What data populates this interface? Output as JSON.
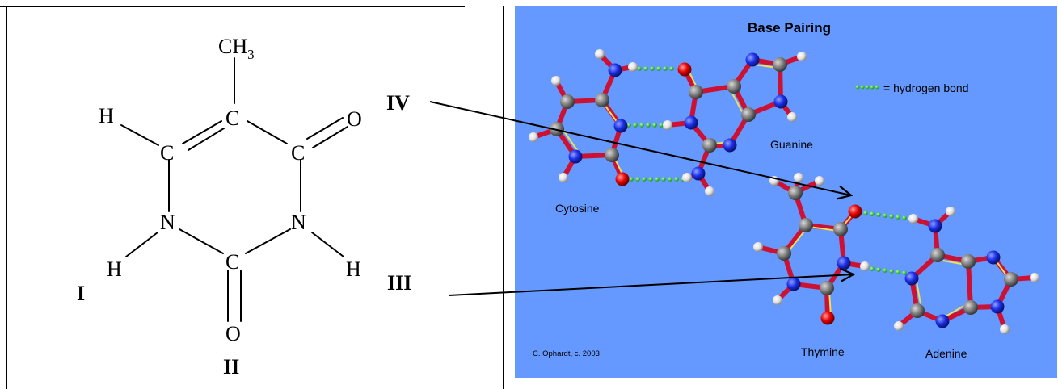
{
  "left_panel": {
    "methyl_label": "CH",
    "methyl_subscript": "3",
    "atom_carbon": "C",
    "atom_nitrogen": "N",
    "atom_oxygen": "O",
    "atom_hydrogen": "H",
    "roman_one": "I",
    "roman_two": "II",
    "roman_three": "III",
    "roman_four": "IV"
  },
  "right_panel": {
    "title": "Base Pairing",
    "legend_text": "= hydrogen bond",
    "labels": {
      "cytosine": "Cytosine",
      "guanine": "Guanine",
      "thymine": "Thymine",
      "adenine": "Adenine"
    },
    "credit": "C. Ophardt, c. 2003"
  },
  "colors": {
    "panel_background": "#6699ff",
    "carbon": "#808080",
    "nitrogen": "#1a2ee6",
    "oxygen": "#e60000",
    "hydrogen": "#e8e8e8",
    "bond": "#cc1133",
    "double_bond": "#e8e060",
    "hydrogen_bond": "#22cc22"
  }
}
